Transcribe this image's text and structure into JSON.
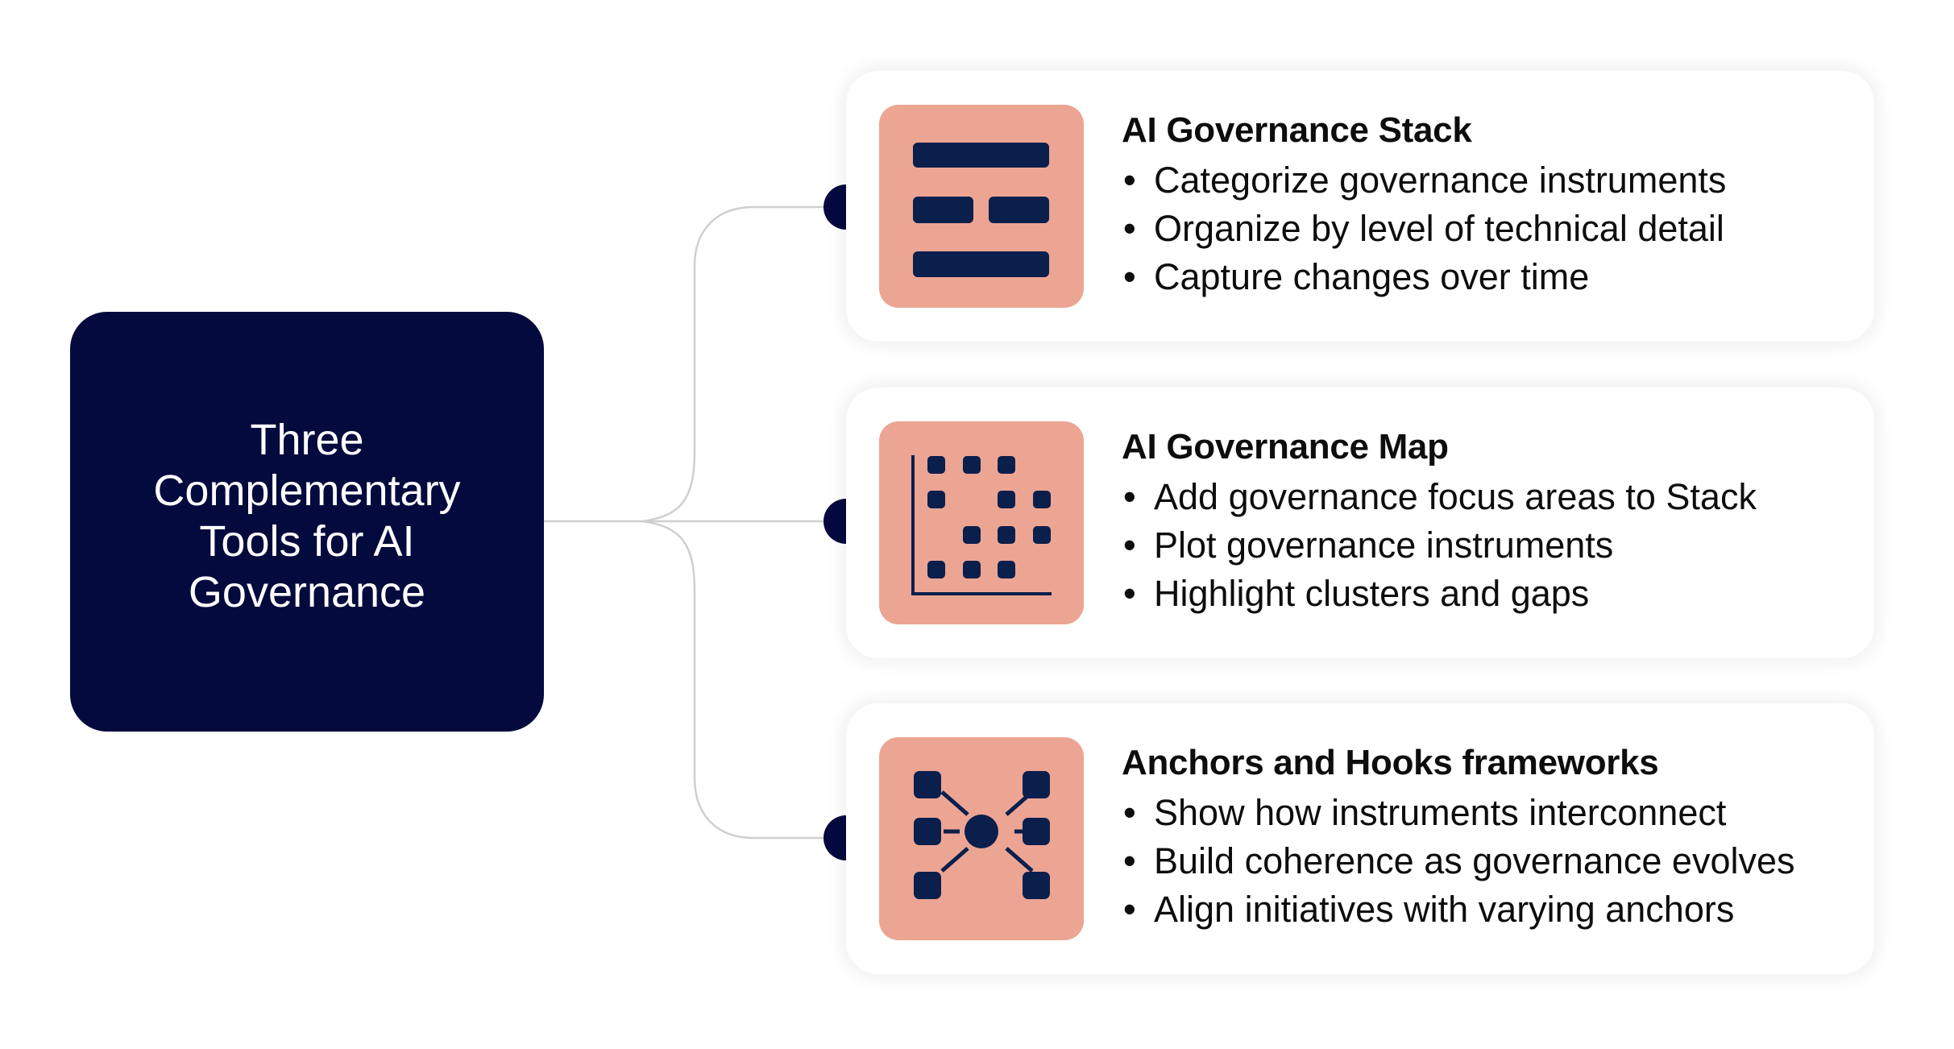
{
  "central_node": {
    "title": "Three Complementary Tools for AI Governance",
    "color": "#040a3d"
  },
  "colors": {
    "icon_background": "#eca593",
    "icon_foreground": "#0b1f4d",
    "connector": "#cfcfcf",
    "card_background": "#ffffff"
  },
  "tools": [
    {
      "icon": "stack-layers-icon",
      "title": "AI Governance Stack",
      "bullet_glyph": "•",
      "bullets": [
        "Categorize governance instruments",
        "Organize by level of technical detail",
        "Capture changes over time"
      ]
    },
    {
      "icon": "scatter-map-icon",
      "title": "AI Governance Map",
      "bullet_glyph": "•",
      "bullets": [
        "Add governance focus areas to Stack",
        "Plot governance instruments",
        "Highlight clusters and gaps"
      ]
    },
    {
      "icon": "hub-network-icon",
      "title": "Anchors and Hooks frameworks",
      "bullet_glyph": "•",
      "bullets": [
        "Show how instruments interconnect",
        "Build coherence as governance evolves",
        "Align initiatives with varying anchors"
      ]
    }
  ]
}
